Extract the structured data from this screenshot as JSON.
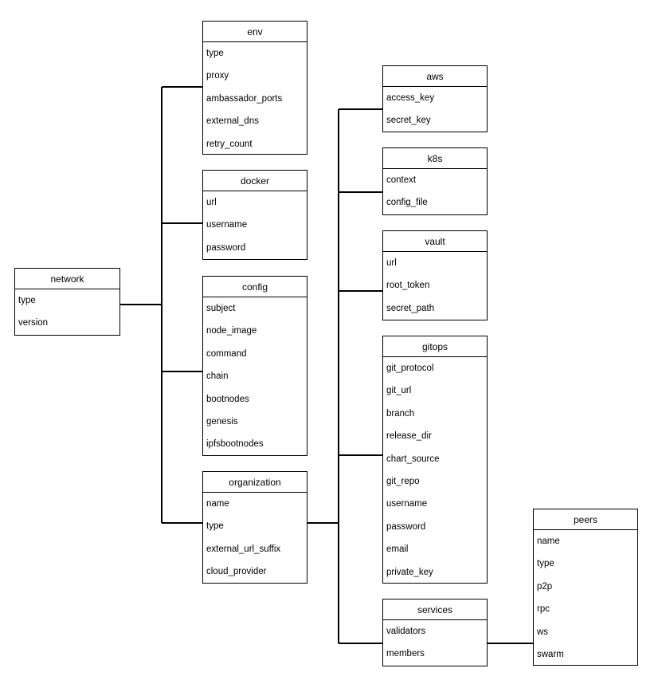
{
  "entities": {
    "network": {
      "title": "network",
      "fields": [
        "type",
        "version"
      ]
    },
    "env": {
      "title": "env",
      "fields": [
        "type",
        "proxy",
        "ambassador_ports",
        "external_dns",
        "retry_count"
      ]
    },
    "docker": {
      "title": "docker",
      "fields": [
        "url",
        "username",
        "password"
      ]
    },
    "config": {
      "title": "config",
      "fields": [
        "subject",
        "node_image",
        "command",
        "chain",
        "bootnodes",
        "genesis",
        "ipfsbootnodes"
      ]
    },
    "organization": {
      "title": "organization",
      "fields": [
        "name",
        "type",
        "external_url_suffix",
        "cloud_provider"
      ]
    },
    "aws": {
      "title": "aws",
      "fields": [
        "access_key",
        "secret_key"
      ]
    },
    "k8s": {
      "title": "k8s",
      "fields": [
        "context",
        "config_file"
      ]
    },
    "vault": {
      "title": "vault",
      "fields": [
        "url",
        "root_token",
        "secret_path"
      ]
    },
    "gitops": {
      "title": "gitops",
      "fields": [
        "git_protocol",
        "git_url",
        "branch",
        "release_dir",
        "chart_source",
        "git_repo",
        "username",
        "password",
        "email",
        "private_key"
      ]
    },
    "services": {
      "title": "services",
      "fields": [
        "validators",
        "members"
      ]
    },
    "peers": {
      "title": "peers",
      "fields": [
        "name",
        "type",
        "p2p",
        "rpc",
        "ws",
        "swarm"
      ]
    }
  }
}
